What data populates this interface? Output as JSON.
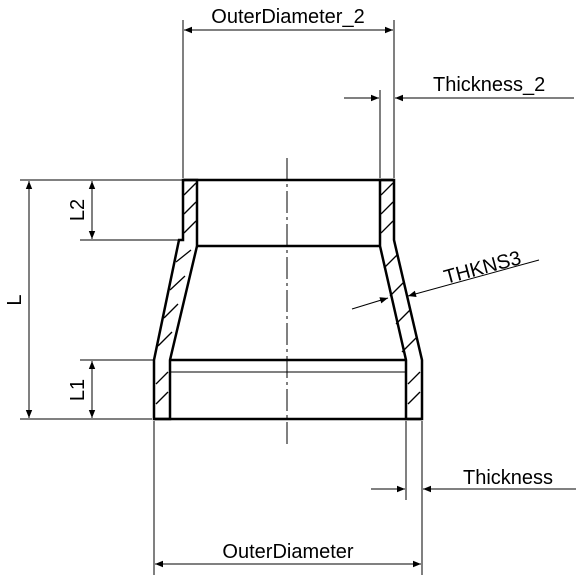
{
  "labels": {
    "outer_diameter_2": "OuterDiameter_2",
    "thickness_2": "Thickness_2",
    "thkns3": "THKNS3",
    "length": "L",
    "length_2": "L2",
    "length_1": "L1",
    "thickness": "Thickness",
    "outer_diameter": "OuterDiameter"
  }
}
